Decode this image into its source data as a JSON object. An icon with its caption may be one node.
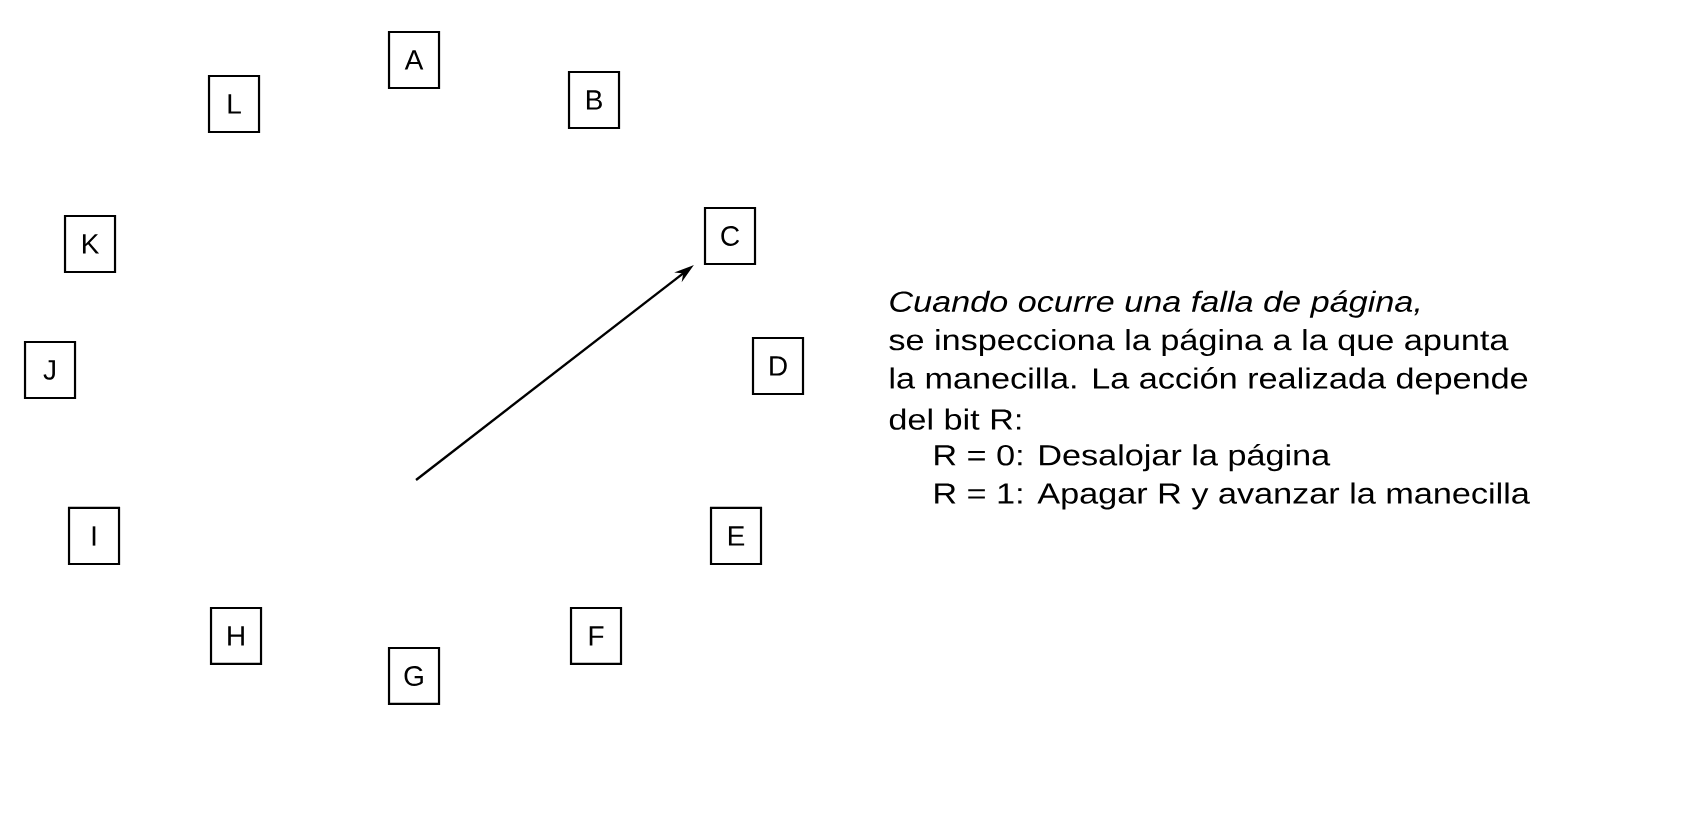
{
  "diagram": {
    "nodes": [
      {
        "text": [
          "A"
        ]
      },
      {
        "text": [
          "B"
        ]
      },
      {
        "text": [
          "C"
        ]
      },
      {
        "text": [
          "D"
        ]
      },
      {
        "text": [
          "E"
        ]
      },
      {
        "text": [
          "F"
        ]
      },
      {
        "text": [
          "G"
        ]
      },
      {
        "text": [
          "H"
        ]
      },
      {
        "text": [
          "I"
        ]
      },
      {
        "text": [
          "J"
        ]
      },
      {
        "text": [
          "K"
        ]
      },
      {
        "text": [
          "L"
        ]
      }
    ],
    "edges": [
      {
        "from": null,
        "to": 2,
        "arrow": "to"
      }
    ],
    "labels": [
      "Cuando ocurre una falla de página,",
      "se inspecciona la página a la que apunta",
      "la manecilla. La acción realizada depende",
      "del bit R:",
      "R = 0: Desalojar la página",
      "R = 1: Apagar R y avanzar la manecilla"
    ]
  }
}
